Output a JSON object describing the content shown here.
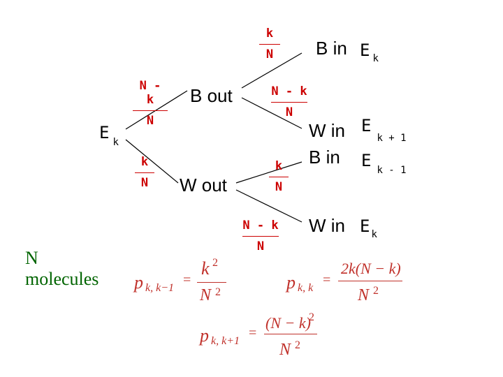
{
  "colors": {
    "probability": "#cc0000",
    "equation": "#c0302a",
    "label": "#006400",
    "line": "#000000"
  },
  "tree": {
    "root": {
      "symbol": "E",
      "sub": "k"
    },
    "branch_b_out": {
      "label": "B out",
      "prob_num": "N - k",
      "prob_den": "N"
    },
    "branch_w_out": {
      "label": "W out",
      "prob_num": "k",
      "prob_den": "N"
    },
    "leaf_b_in_top": {
      "label": "B in",
      "prob_num": "k",
      "prob_den": "N",
      "state": "E",
      "state_sub": "k"
    },
    "leaf_w_in_mid": {
      "label": "W in",
      "prob_num": "N - k",
      "prob_den": "N",
      "state": "E",
      "state_sub": "k + 1"
    },
    "leaf_b_in_mid": {
      "label": "B in",
      "prob_num": "k",
      "prob_den": "N",
      "state": "E",
      "state_sub": "k - 1"
    },
    "leaf_w_in_bottom": {
      "label": "W in",
      "prob_num": "N - k",
      "prob_den": "N",
      "state": "E",
      "state_sub": "k"
    }
  },
  "molecules_label": {
    "line1": "N",
    "line2": "molecules"
  },
  "equations": {
    "eq1": {
      "lhs_p": "p",
      "lhs_sub": "k, k−1",
      "equals": "=",
      "num_base": "k",
      "num_exp": "2",
      "den_base": "N",
      "den_exp": "2"
    },
    "eq2": {
      "lhs_p": "p",
      "lhs_sub": "k, k",
      "equals": "=",
      "num": "2k(N − k)",
      "den_base": "N",
      "den_exp": "2"
    },
    "eq3": {
      "lhs_p": "p",
      "lhs_sub": "k, k+1",
      "equals": "=",
      "num_base": "(N − k)",
      "num_exp": "2",
      "den_base": "N",
      "den_exp": "2"
    }
  }
}
